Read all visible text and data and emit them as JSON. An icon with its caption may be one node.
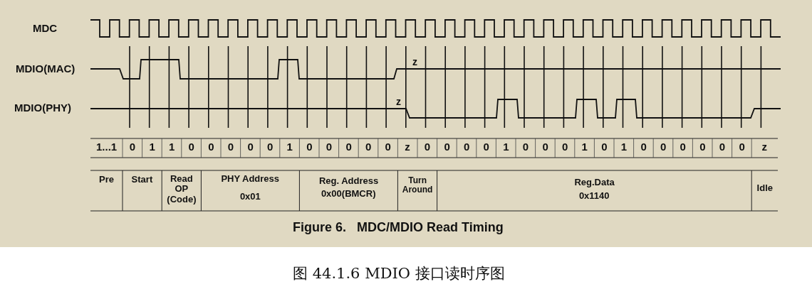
{
  "diagram": {
    "caption": "图 44.1.6 MDIO 接口读时序图",
    "labels": [
      "MDC",
      "MDIO(MAC)",
      "z",
      "MDIO(PHY)",
      "z",
      "1...1",
      "0",
      "1",
      "1",
      "0",
      "0",
      "0",
      "0",
      "0",
      "1",
      "0",
      "0",
      "0",
      "0",
      "0",
      "z",
      "0",
      "0",
      "0",
      "0",
      "1",
      "0",
      "0",
      "0",
      "1",
      "0",
      "1",
      "0",
      "0",
      "0",
      "0",
      "0",
      "0",
      "z",
      "Pre",
      "Start",
      "Read OP (Code)",
      "PHY Address",
      "0x01",
      "Reg. Address",
      "0x00(BMCR)",
      "Turn Around",
      "Reg.Data",
      "0x1140",
      "Idle",
      "Figure 6.   MDC/MDIO Read Timing"
    ]
  }
}
